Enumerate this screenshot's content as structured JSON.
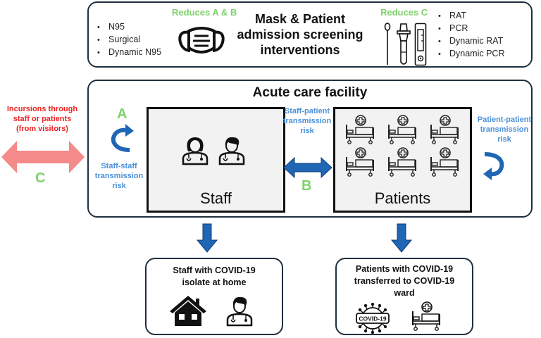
{
  "interventions": {
    "title_lines": [
      "Mask & Patient",
      "admission screening",
      "interventions"
    ],
    "mask": {
      "reduces_label": "Reduces A & B",
      "items": [
        "N95",
        "Surgical",
        "Dynamic N95"
      ],
      "icon": "face-mask-icon"
    },
    "screening": {
      "reduces_label": "Reduces C",
      "items": [
        "RAT",
        "PCR",
        "Dynamic RAT",
        "Dynamic PCR"
      ],
      "icons": [
        "swab-icon",
        "test-tube-icon",
        "rapid-test-cassette-icon"
      ]
    }
  },
  "incursions": {
    "label_lines": [
      "Incursions through",
      "staff or patients",
      "(from visitors)"
    ],
    "letter": "C",
    "color": "#f07f7f",
    "text_color": "#ee2222"
  },
  "facility": {
    "title": "Acute care facility",
    "staff_staff": {
      "letter": "A",
      "label_lines": [
        "Staff-staff",
        "transmission",
        "risk"
      ]
    },
    "staff_patient": {
      "letter": "B",
      "label_lines": [
        "Staff-patient",
        "transmission",
        "risk"
      ]
    },
    "patient_patient": {
      "label_lines": [
        "Patient-patient",
        "transmission",
        "risk"
      ]
    },
    "staff_box": {
      "label": "Staff",
      "icons": [
        "female-doctor-icon",
        "male-doctor-icon"
      ]
    },
    "patients_box": {
      "label": "Patients",
      "bed_count": 6
    }
  },
  "outcomes": {
    "staff": {
      "title_lines": [
        "Staff with COVID-19",
        "isolate at home"
      ],
      "icons": [
        "house-icon",
        "doctor-icon"
      ]
    },
    "patients": {
      "title_lines": [
        "Patients with COVID-19",
        "transferred to COVID-19",
        "ward"
      ],
      "icons": [
        "covid-virus-icon",
        "hospital-bed-icon"
      ],
      "virus_badge": "COVID-19"
    }
  },
  "colors": {
    "arrow_blue": "#1f66b5",
    "label_blue": "#4a90d9",
    "letter_green": "#7fd16b",
    "box_border": "#1f2f3f"
  }
}
